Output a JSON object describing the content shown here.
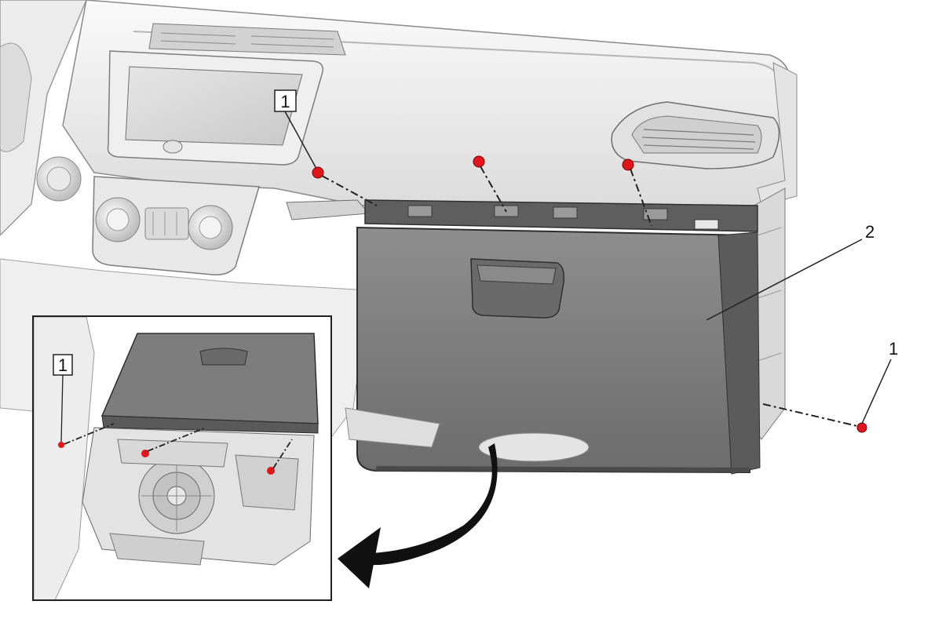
{
  "callouts": {
    "fastener_boxed_main": "1",
    "fastener_side": "1",
    "glove_box": "2",
    "fastener_boxed_inset": "1"
  },
  "colors": {
    "fastener": "#e0161c",
    "trim_light": "#f2f2f2",
    "trim_mid": "#d6d6d6",
    "trim_dark": "#8c8c8c",
    "glove_box": "#7a7a7a",
    "outline": "#3a3a3a"
  }
}
